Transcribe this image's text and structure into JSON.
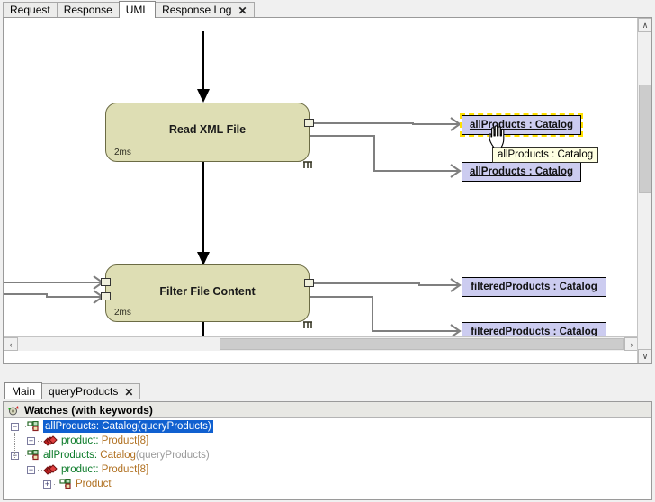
{
  "top_tabs": [
    {
      "label": "Request",
      "active": false,
      "closable": false
    },
    {
      "label": "Response",
      "active": false,
      "closable": false
    },
    {
      "label": "UML",
      "active": true,
      "closable": false
    },
    {
      "label": "Response Log",
      "active": false,
      "closable": true,
      "close_label": "✕"
    }
  ],
  "diagram": {
    "activities": [
      {
        "title": "Read XML File",
        "duration": "2ms"
      },
      {
        "title": "Filter File Content",
        "duration": "2ms"
      }
    ],
    "object_nodes": [
      {
        "label": "allProducts : Catalog",
        "selected": true
      },
      {
        "label": "allProducts : Catalog",
        "selected": false
      },
      {
        "label": "filteredProducts : Catalog",
        "selected": false
      },
      {
        "label": "filteredProducts : Catalog",
        "selected": false
      }
    ],
    "tooltip": {
      "text": "allProducts : Catalog"
    },
    "colors": {
      "activity_fill": "#dedeb4",
      "activity_stroke": "#6b6b44",
      "object_fill": "#ccccf0",
      "selection": "#ffe000",
      "connector": "#7f7f7f",
      "tooltip_fill": "#feffe1"
    }
  },
  "scrollbars": {
    "vertical": {
      "up": "∧",
      "down": "∨"
    },
    "horizontal": {
      "left": "‹",
      "right": "›"
    }
  },
  "lower_tabs": [
    {
      "label": "Main",
      "active": true,
      "closable": false
    },
    {
      "label": "queryProducts",
      "active": false,
      "closable": true,
      "close_label": "✕"
    }
  ],
  "watches": {
    "title": "Watches (with keywords)",
    "icon": "watches-gear-icon",
    "rows": [
      {
        "indent": 0,
        "expander": "−",
        "icon": "class-icon",
        "name": "allProducts",
        "separator": ": ",
        "type": "Catalog",
        "paren": "(queryProducts)",
        "selected": true
      },
      {
        "indent": 1,
        "expander": "+",
        "icon": "array-icon",
        "name": "product",
        "separator": ": ",
        "type": "Product[8]",
        "paren": "",
        "selected": false
      },
      {
        "indent": 0,
        "expander": "−",
        "icon": "class-icon",
        "name": "allProducts",
        "separator": ": ",
        "type": "Catalog",
        "paren": "(queryProducts)",
        "selected": false
      },
      {
        "indent": 1,
        "expander": "−",
        "icon": "array-icon",
        "name": "product",
        "separator": ": ",
        "type": "Product[8]",
        "paren": "",
        "selected": false
      },
      {
        "indent": 2,
        "expander": "+",
        "icon": "class-icon",
        "name": "",
        "separator": "",
        "type": "Product",
        "paren": "",
        "selected": false
      }
    ]
  }
}
